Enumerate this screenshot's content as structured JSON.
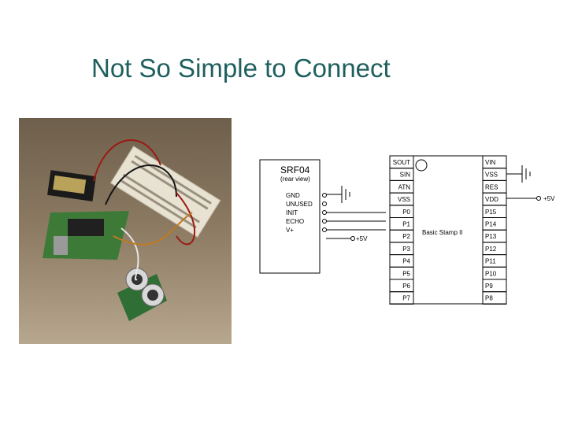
{
  "slide": {
    "title": "Not So Simple to Connect"
  },
  "photo": {
    "icon": "breadboard-circuit-photo"
  },
  "srf04": {
    "name": "SRF04",
    "subtitle": "(rear view)",
    "pins": [
      "GND",
      "UNUSED",
      "INIT",
      "ECHO",
      "V+"
    ]
  },
  "power": {
    "left_label": "+5V",
    "right_label": "+5V"
  },
  "stamp": {
    "label": "Basic Stamp II",
    "left_pins": [
      "SOUT",
      "SIN",
      "ATN",
      "VSS",
      "P0",
      "P1",
      "P2",
      "P3",
      "P4",
      "P5",
      "P6",
      "P7"
    ],
    "right_pins": [
      "VIN",
      "VSS",
      "RES",
      "VDD",
      "P15",
      "P14",
      "P13",
      "P12",
      "P11",
      "P10",
      "P9",
      "P8"
    ]
  }
}
